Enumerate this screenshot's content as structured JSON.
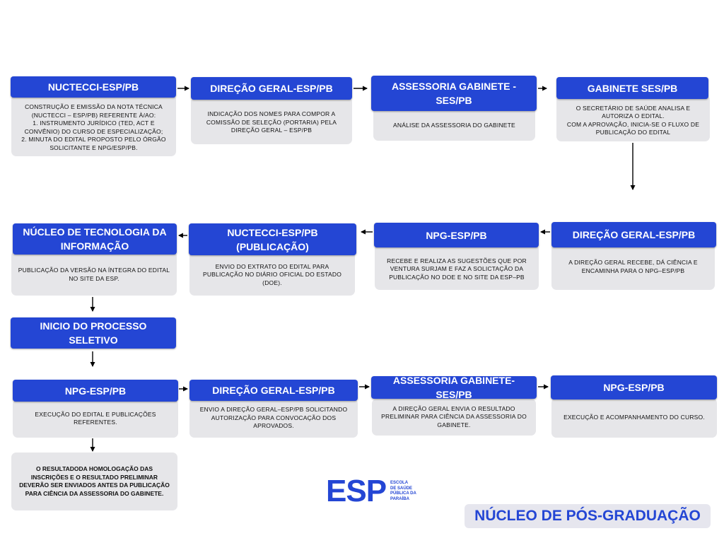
{
  "row1": [
    {
      "title": "NUCTECCI-ESP/PB",
      "desc": "CONSTRUÇÃO E EMISSÃO DA NOTA TÉCNICA (NUCTECCI – ESP/PB) REFERENTE À/AO:\n1.    INSTRUMENTO JURÍDICO (TED, ACT E CONVÊNIO) DO CURSO DE ESPECIALIZAÇÃO;\n2. MINUTA DO EDITAL PROPOSTO PELO ÓRGÃO SOLICITANTE E NPG/ESP/PB."
    },
    {
      "title": "DIREÇÃO GERAL-ESP/PB",
      "desc": "INDICAÇÃO DOS NOMES PARA COMPOR A COMISSÃO DE SELEÇÃO (PORTARIA) PELA DIREÇÃO GERAL – ESP/PB"
    },
    {
      "title": "ASSESSORIA GABINETE - SES/PB",
      "desc": "ANÁLISE DA ASSESSORIA DO GABINETE"
    },
    {
      "title": "GABINETE SES/PB",
      "desc": "O SECRETÁRIO DE SAÚDE ANALISA E AUTORIZA O EDITAL.\nCOM A APROVAÇÃO, INICIA-SE O FLUXO DE PUBLICAÇÃO DO EDITAL"
    }
  ],
  "row2": [
    {
      "title": "NÚCLEO DE TECNOLOGIA DA INFORMAÇÃO",
      "desc": "PUBLICAÇÃO DA VERSÃO NA ÍNTEGRA DO EDITAL NO SITE DA ESP."
    },
    {
      "title": "NUCTECCI-ESP/PB (PUBLICAÇÃO)",
      "desc": "ENVIO DO EXTRATO DO EDITAL PARA PUBLICAÇÃO NO DIÁRIO OFICIAL DO ESTADO (DOE)."
    },
    {
      "title": "NPG-ESP/PB",
      "desc": "RECEBE E REALIZA AS SUGESTÕES QUE POR VENTURA SURJAM E FAZ A SOLICTAÇÃO DA PUBLICAÇÃO NO DOE E NO SITE DA ESP–PB"
    },
    {
      "title": "DIREÇÃO GERAL-ESP/PB",
      "desc": "A DIREÇÃO GERAL RECEBE, DÁ CIÊNCIA E ENCAMINHA PARA O NPG–ESP/PB"
    }
  ],
  "start": {
    "title": "INICIO DO PROCESSO SELETIVO"
  },
  "row3": [
    {
      "title": "NPG-ESP/PB",
      "desc": "EXECUÇÃO DO EDITAL E PUBLICAÇÕES REFERENTES."
    },
    {
      "title": "DIREÇÃO GERAL-ESP/PB",
      "desc": "ENVIO A DIREÇÃO GERAL–ESP/PB SOLICITANDO AUTORIZAÇÃO PARA CONVOCAÇÃO DOS APROVADOS."
    },
    {
      "title": "ASSESSORIA GABINETE-SES/PB",
      "desc": "A DIREÇÃO GERAL ENVIA O RESULTADO PRELIMINAR PARA CIÊNCIA DA ASSESSORIA DO GABINETE."
    },
    {
      "title": "NPG-ESP/PB",
      "desc": "EXECUÇÃO E ACOMPANHAMENTO DO CURSO."
    }
  ],
  "note": "O RESULTADODA HOMOLOGAÇÃO DAS INSCRIÇÕES E O RESULTADO PRELIMINAR DEVERÃO SER ENVIADOS ANTES DA PUBLICAÇÃO PARA CIÊNCIA DA ASSESSORIA DO GABINETE.",
  "logo": {
    "mark": "ESP",
    "text": "ESCOLA\nDE SAÚDE\nPÚBLICA DA\nPARAÍBA"
  },
  "footer": "NÚCLEO DE PÓS-GRADUAÇÃO",
  "colors": {
    "accent": "#2446d4",
    "box": "#e6e6e9"
  }
}
